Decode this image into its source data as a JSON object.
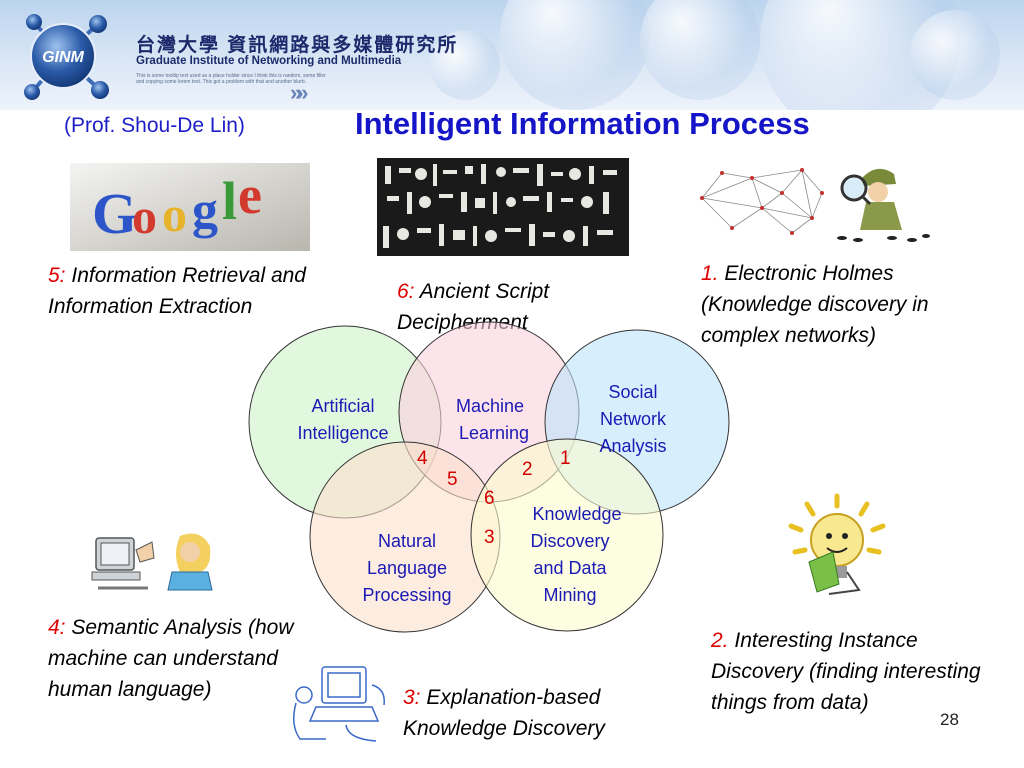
{
  "header": {
    "institute_cn": "台灣大學 資訊網路與多媒體研究所",
    "institute_en": "Graduate Institute of Networking and Multimedia",
    "logo_text": "GINM",
    "tiny_text": "This is some tooltip text used as a place holder since I think this is random, some filler and copying some lorem text. This got a problem with that and another blurb.",
    "chevrons": "»"
  },
  "slide": {
    "prof": "(Prof. Shou-De Lin)",
    "title": "Intelligent Information Process",
    "page_number": "28"
  },
  "items": [
    {
      "num": "5:",
      "text": "Information Retrieval and Information Extraction"
    },
    {
      "num": "6:",
      "text": "Ancient Script Decipherment"
    },
    {
      "num": "1.",
      "text": "Electronic Holmes (Knowledge discovery in complex networks)"
    },
    {
      "num": "4:",
      "text": "Semantic Analysis (how machine can understand human language)"
    },
    {
      "num": "3:",
      "text": "Explanation-based Knowledge Discovery"
    },
    {
      "num": "2.",
      "text": "Interesting Instance Discovery (finding interesting things from data)"
    }
  ],
  "venn": {
    "circles": [
      {
        "label_lines": [
          "Artificial",
          "Intelligence"
        ],
        "fill": "#cdf3c8"
      },
      {
        "label_lines": [
          "Machine",
          "Learning"
        ],
        "fill": "#fcd0dc"
      },
      {
        "label_lines": [
          "Social",
          "Network",
          "Analysis"
        ],
        "fill": "#bce2fb"
      },
      {
        "label_lines": [
          "Natural",
          "Language",
          "Processing"
        ],
        "fill": "#fce0cc"
      },
      {
        "label_lines": [
          "Knowledge",
          "Discovery",
          "and Data",
          "Mining"
        ],
        "fill": "#fbfbcf"
      }
    ],
    "region_numbers": [
      "4",
      "5",
      "2",
      "1",
      "6",
      "3"
    ]
  },
  "colors": {
    "title": "#1515c8",
    "item_number": "#e00000",
    "venn_label": "#1a1ab4"
  }
}
